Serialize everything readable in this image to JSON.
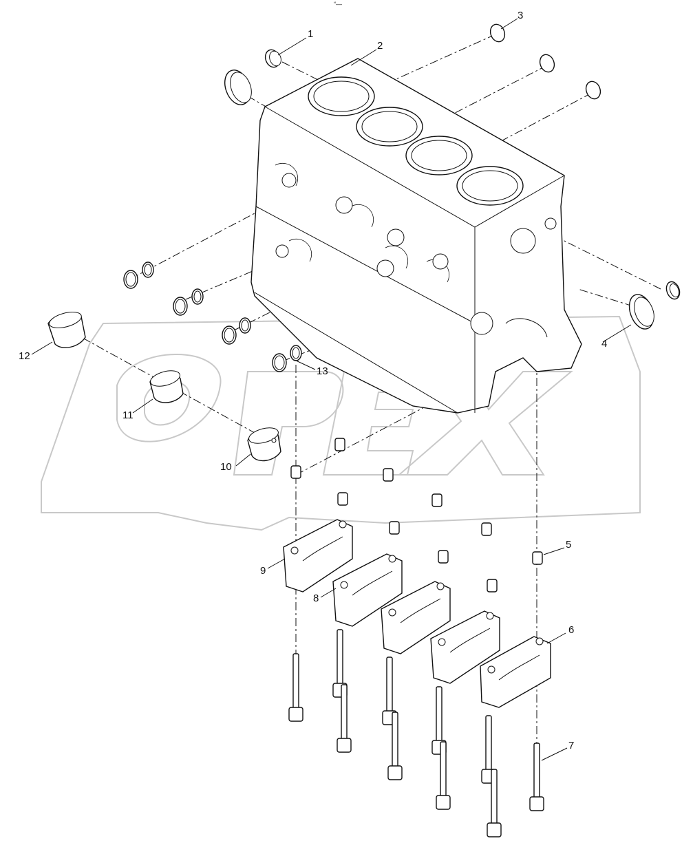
{
  "diagram": {
    "header_mark": "“—",
    "watermark_text": "OPEX",
    "callouts": [
      {
        "id": "1",
        "label": "1"
      },
      {
        "id": "2",
        "label": "2"
      },
      {
        "id": "3",
        "label": "3"
      },
      {
        "id": "4",
        "label": "4"
      },
      {
        "id": "5",
        "label": "5"
      },
      {
        "id": "6",
        "label": "6"
      },
      {
        "id": "7",
        "label": "7"
      },
      {
        "id": "8",
        "label": "8"
      },
      {
        "id": "9",
        "label": "9"
      },
      {
        "id": "10",
        "label": "10"
      },
      {
        "id": "11",
        "label": "11"
      },
      {
        "id": "12",
        "label": "12"
      },
      {
        "id": "13",
        "label": "13"
      }
    ]
  }
}
